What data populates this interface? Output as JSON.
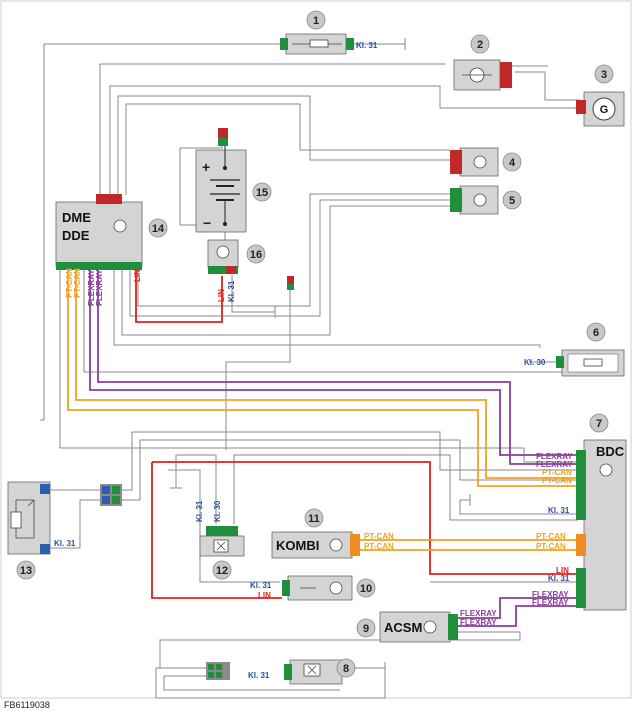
{
  "colors": {
    "wire": "#8a8a8a",
    "lin": "#e0201c",
    "ptcan": "#f2a020",
    "flexray": "#8a3c9c",
    "kl": "#2a4fa0",
    "module": "#d4d4d4",
    "circle": "#c8c8c8",
    "connGreen": "#1f8f3c",
    "connRed": "#c0282a",
    "connOrange": "#f08c20",
    "connBlue": "#2a5fb0"
  },
  "components": {
    "c1": "1",
    "c2": "2",
    "c3": "3",
    "c4": "4",
    "c5": "5",
    "c6": "6",
    "c7": "7",
    "c8": "8",
    "c9": "9",
    "c10": "10",
    "c11": "11",
    "c12": "12",
    "c13": "13",
    "c14": "14",
    "c15": "15",
    "c16": "16"
  },
  "labels": {
    "dme": "DME",
    "dde": "DDE",
    "bdc": "BDC",
    "kombi": "KOMBI",
    "acsm": "ACSM",
    "generator": "G",
    "kl31": "Kl. 31",
    "kl30": "Kl. 30",
    "lin": "LIN",
    "ptcan": "PT-CAN",
    "flexray": "FLEXRAY",
    "figure_code": "FB6119038"
  }
}
